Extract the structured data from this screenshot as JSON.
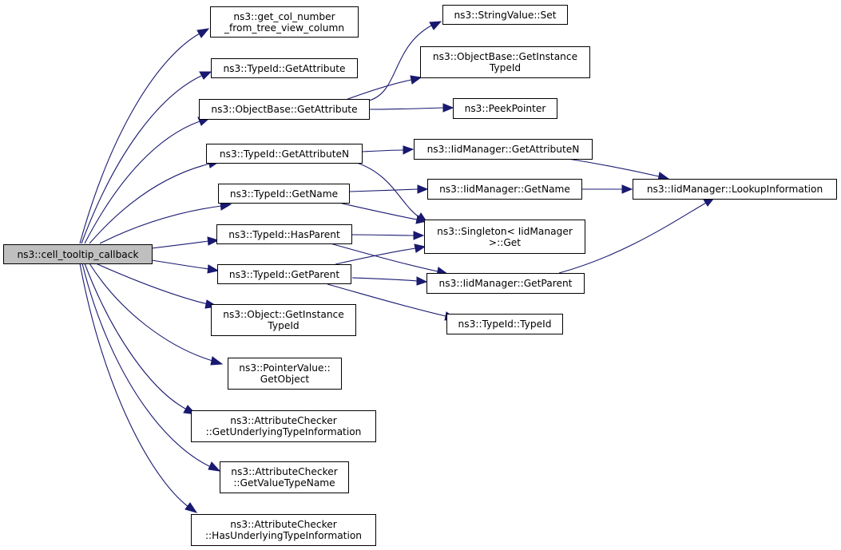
{
  "graph": {
    "nodes": {
      "root": "ns3::cell_tooltip_callback",
      "get_col_number": "ns3::get_col_number\n_from_tree_view_column",
      "typeid_getattribute": "ns3::TypeId::GetAttribute",
      "objectbase_getattribute": "ns3::ObjectBase::GetAttribute",
      "typeid_getattributen": "ns3::TypeId::GetAttributeN",
      "typeid_getname": "ns3::TypeId::GetName",
      "typeid_hasparent": "ns3::TypeId::HasParent",
      "typeid_getparent": "ns3::TypeId::GetParent",
      "object_getinstancetypeid": "ns3::Object::GetInstance\nTypeId",
      "pointervalue_getobject": "ns3::PointerValue::\nGetObject",
      "checker_getunderlying": "ns3::AttributeChecker\n::GetUnderlyingTypeInformation",
      "checker_getvaluetypename": "ns3::AttributeChecker\n::GetValueTypeName",
      "checker_hasunderlying": "ns3::AttributeChecker\n::HasUnderlyingTypeInformation",
      "stringvalue_set": "ns3::StringValue::Set",
      "objectbase_getinstancetypeid": "ns3::ObjectBase::GetInstance\nTypeId",
      "peekpointer": "ns3::PeekPointer",
      "iid_getattributen": "ns3::IidManager::GetAttributeN",
      "iid_getname": "ns3::IidManager::GetName",
      "singleton_get": "ns3::Singleton< IidManager\n>::Get",
      "iid_getparent": "ns3::IidManager::GetParent",
      "typeid_typeid": "ns3::TypeId::TypeId",
      "iid_lookupinformation": "ns3::IidManager::LookupInformation"
    }
  }
}
